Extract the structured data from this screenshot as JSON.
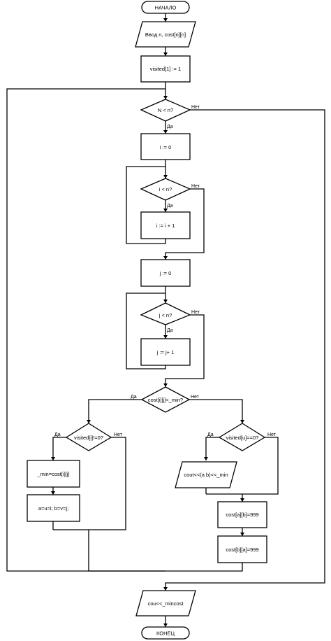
{
  "flowchart": {
    "start": "НАЧАЛО",
    "input": "Ввод n, cost[n][n]",
    "init_visited": "visited[1] := 1",
    "cond_outer": "N < n?",
    "init_i": "i := 0",
    "cond_i": "i < n?",
    "inc_i": "i := i + 1",
    "init_j": "j := 0",
    "cond_j": "j < n?",
    "inc_j": "j := j+ 1",
    "cond_cost": "cost[i][j]<_min?",
    "cond_visited_i": "visited[i]!=0?",
    "assign_min": "_min=cost[i][j]",
    "assign_vars": "a=u=i; b=v=j;",
    "cond_visited_u": "visited[u]==0?",
    "output_ab": "cout<<(a b)<<_min",
    "set_ab": "cost[a][b]=999",
    "set_ba": "cost[b][a]=999",
    "output_mincost": "cou<<_mincost",
    "end": "КОНЕЦ",
    "yes": "Да",
    "no": "Нет"
  }
}
